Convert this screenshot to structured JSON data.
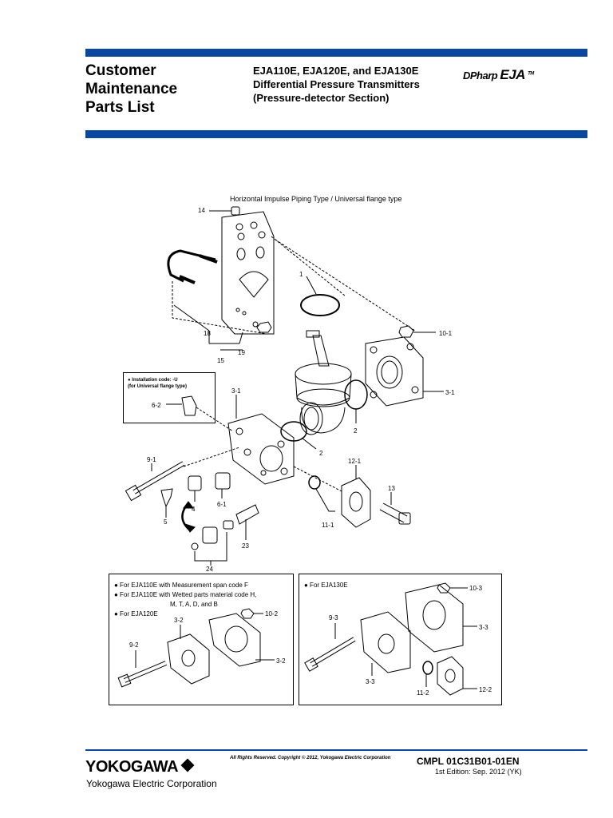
{
  "header": {
    "title": "Customer\nMaintenance\nParts List",
    "subtitle_lines": [
      "EJA110E, EJA120E, and EJA130E",
      "Differential Pressure Transmitters",
      "(Pressure-detector Section)"
    ],
    "brand_prefix": "DPharp",
    "brand_main": "EJA",
    "brand_tm": "TM"
  },
  "drawing": {
    "caption": "Horizontal Impulse Piping Type / Universal flange type",
    "labels": {
      "l14": "14",
      "l1": "1",
      "l10_1": "10-1",
      "l18": "18",
      "l19": "19",
      "l15": "15",
      "l3_1_left": "3-1",
      "l3_1_right": "3-1",
      "l6_2": "6-2",
      "l2_right": "2",
      "l2_mid": "2",
      "l9_1": "9-1",
      "l12_1": "12-1",
      "l13": "13",
      "l4": "4",
      "l5": "5",
      "l6_1": "6-1",
      "l11_1": "11-1",
      "l23": "23",
      "l24": "24",
      "l10_2": "10-2",
      "l3_2_top": "3-2",
      "l3_2_right": "3-2",
      "l9_2": "9-2",
      "l10_3": "10-3",
      "l9_3": "9-3",
      "l3_3_right": "3-3",
      "l3_3_bottom": "3-3",
      "l11_2": "11-2",
      "l12_2": "12-2"
    },
    "install_note": [
      "● Installation code: -U",
      "  (for Universal flange type)"
    ],
    "left_box_notes": [
      "● For EJA110E with Measurement span code F",
      "● For EJA110E with Wetted parts material code H,",
      "M, T, A, D, and B",
      "● For EJA120E"
    ],
    "right_box_notes": [
      "● For EJA130E"
    ]
  },
  "footer": {
    "logo": "YOKOGAWA",
    "corp": "Yokogawa Electric Corporation",
    "copyright": "All Rights Reserved. Copyright © 2012, Yokogawa Electric Corporation",
    "docnum": "CMPL 01C31B01-01EN",
    "edition": "1st Edition: Sep. 2012 (YK)"
  }
}
